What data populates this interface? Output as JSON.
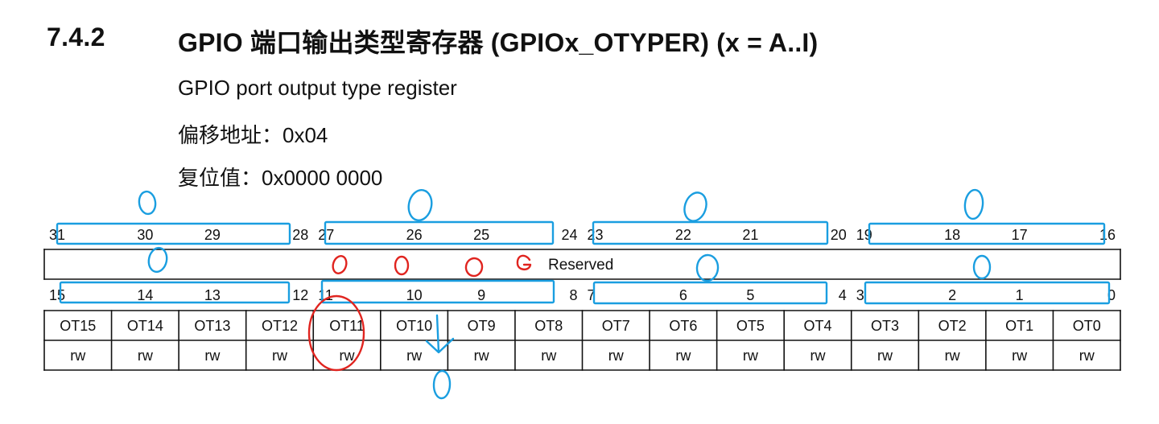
{
  "document": {
    "section_number": "7.4.2",
    "title": "GPIO 端口输出类型寄存器 (GPIOx_OTYPER) (x = A..I)",
    "subtitle": "GPIO port output type register",
    "offset_line": "偏移地址：0x04",
    "reset_line": "复位值：0x0000 0000"
  },
  "register": {
    "upper_bits": [
      "31",
      "30",
      "29",
      "28",
      "27",
      "26",
      "25",
      "24",
      "23",
      "22",
      "21",
      "20",
      "19",
      "18",
      "17",
      "16"
    ],
    "upper_field": "Reserved",
    "lower_bits": [
      "15",
      "14",
      "13",
      "12",
      "11",
      "10",
      "9",
      "8",
      "7",
      "6",
      "5",
      "4",
      "3",
      "2",
      "1",
      "0"
    ],
    "lower_fields": [
      "OT15",
      "OT14",
      "OT13",
      "OT12",
      "OT11",
      "OT10",
      "OT9",
      "OT8",
      "OT7",
      "OT6",
      "OT5",
      "OT4",
      "OT3",
      "OT2",
      "OT1",
      "OT0"
    ],
    "lower_access": [
      "rw",
      "rw",
      "rw",
      "rw",
      "rw",
      "rw",
      "rw",
      "rw",
      "rw",
      "rw",
      "rw",
      "rw",
      "rw",
      "rw",
      "rw",
      "rw"
    ]
  },
  "annotations": {
    "colors": {
      "blue": "#1a9ee0",
      "red": "#e0241f",
      "table_line": "#111111"
    },
    "highlighted_bit": "11"
  }
}
